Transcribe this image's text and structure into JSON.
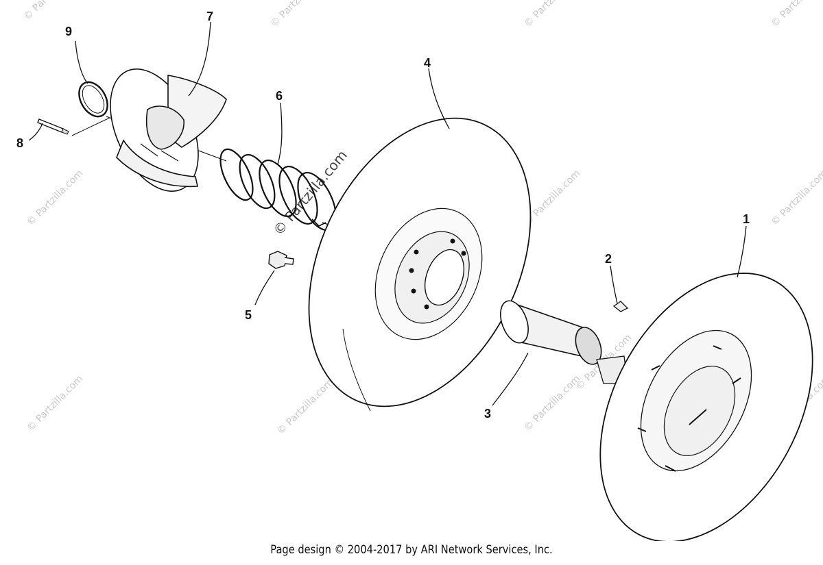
{
  "diagram": {
    "callouts": [
      "1",
      "2",
      "3",
      "4",
      "5",
      "6",
      "7",
      "8",
      "9"
    ],
    "watermark_small": "© Partzilla.com",
    "watermark_large": "© Partzilla.com"
  },
  "footer": {
    "text": "Page design © 2004-2017 by ARI Network Services, Inc."
  },
  "colors": {
    "ink": "#111111",
    "watermark": "#c9c9c9",
    "background": "#ffffff"
  }
}
